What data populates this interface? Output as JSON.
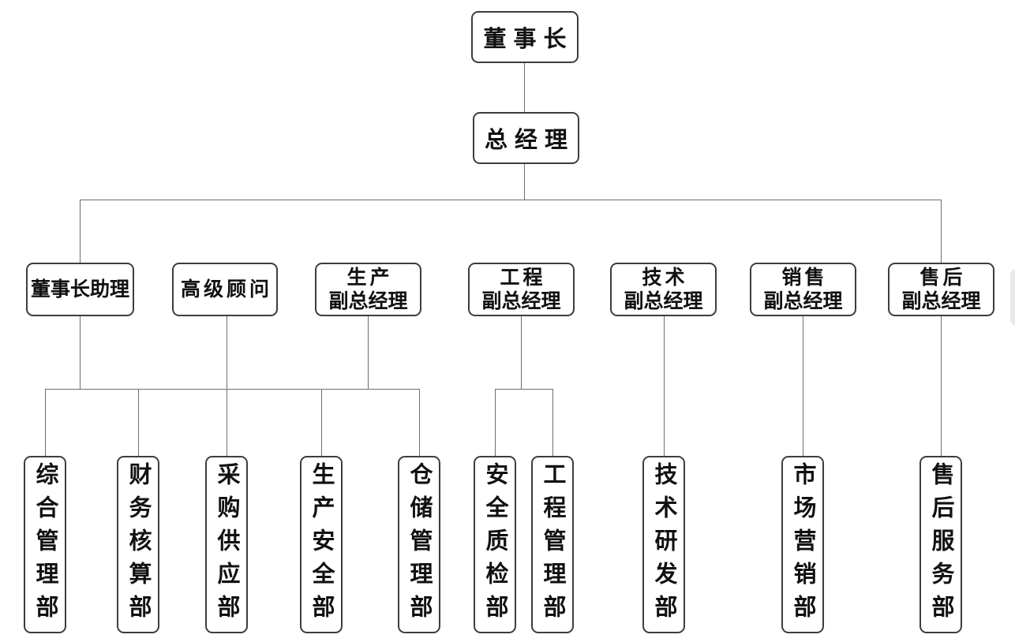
{
  "org": {
    "root": {
      "label": "董事长"
    },
    "level2": {
      "label": "总经理"
    },
    "level3": [
      {
        "line1": "董事长助理"
      },
      {
        "line1": "高级顾问"
      },
      {
        "line1": "生产",
        "line2": "副总经理"
      },
      {
        "line1": "工程",
        "line2": "副总经理"
      },
      {
        "line1": "技术",
        "line2": "副总经理"
      },
      {
        "line1": "销售",
        "line2": "副总经理"
      },
      {
        "line1": "售后",
        "line2": "副总经理"
      }
    ],
    "departments": [
      {
        "label": "综合管理部"
      },
      {
        "label": "财务核算部"
      },
      {
        "label": "采购供应部"
      },
      {
        "label": "生产安全部"
      },
      {
        "label": "仓储管理部"
      },
      {
        "label": "安全质检部"
      },
      {
        "label": "工程管理部"
      },
      {
        "label": "技术研发部"
      },
      {
        "label": "市场营销部"
      },
      {
        "label": "售后服务部"
      }
    ],
    "colors": {
      "background": "#ffffff",
      "box_border": "#3d3d3d",
      "connector": "#6e6e6e",
      "text": "#111111"
    }
  }
}
